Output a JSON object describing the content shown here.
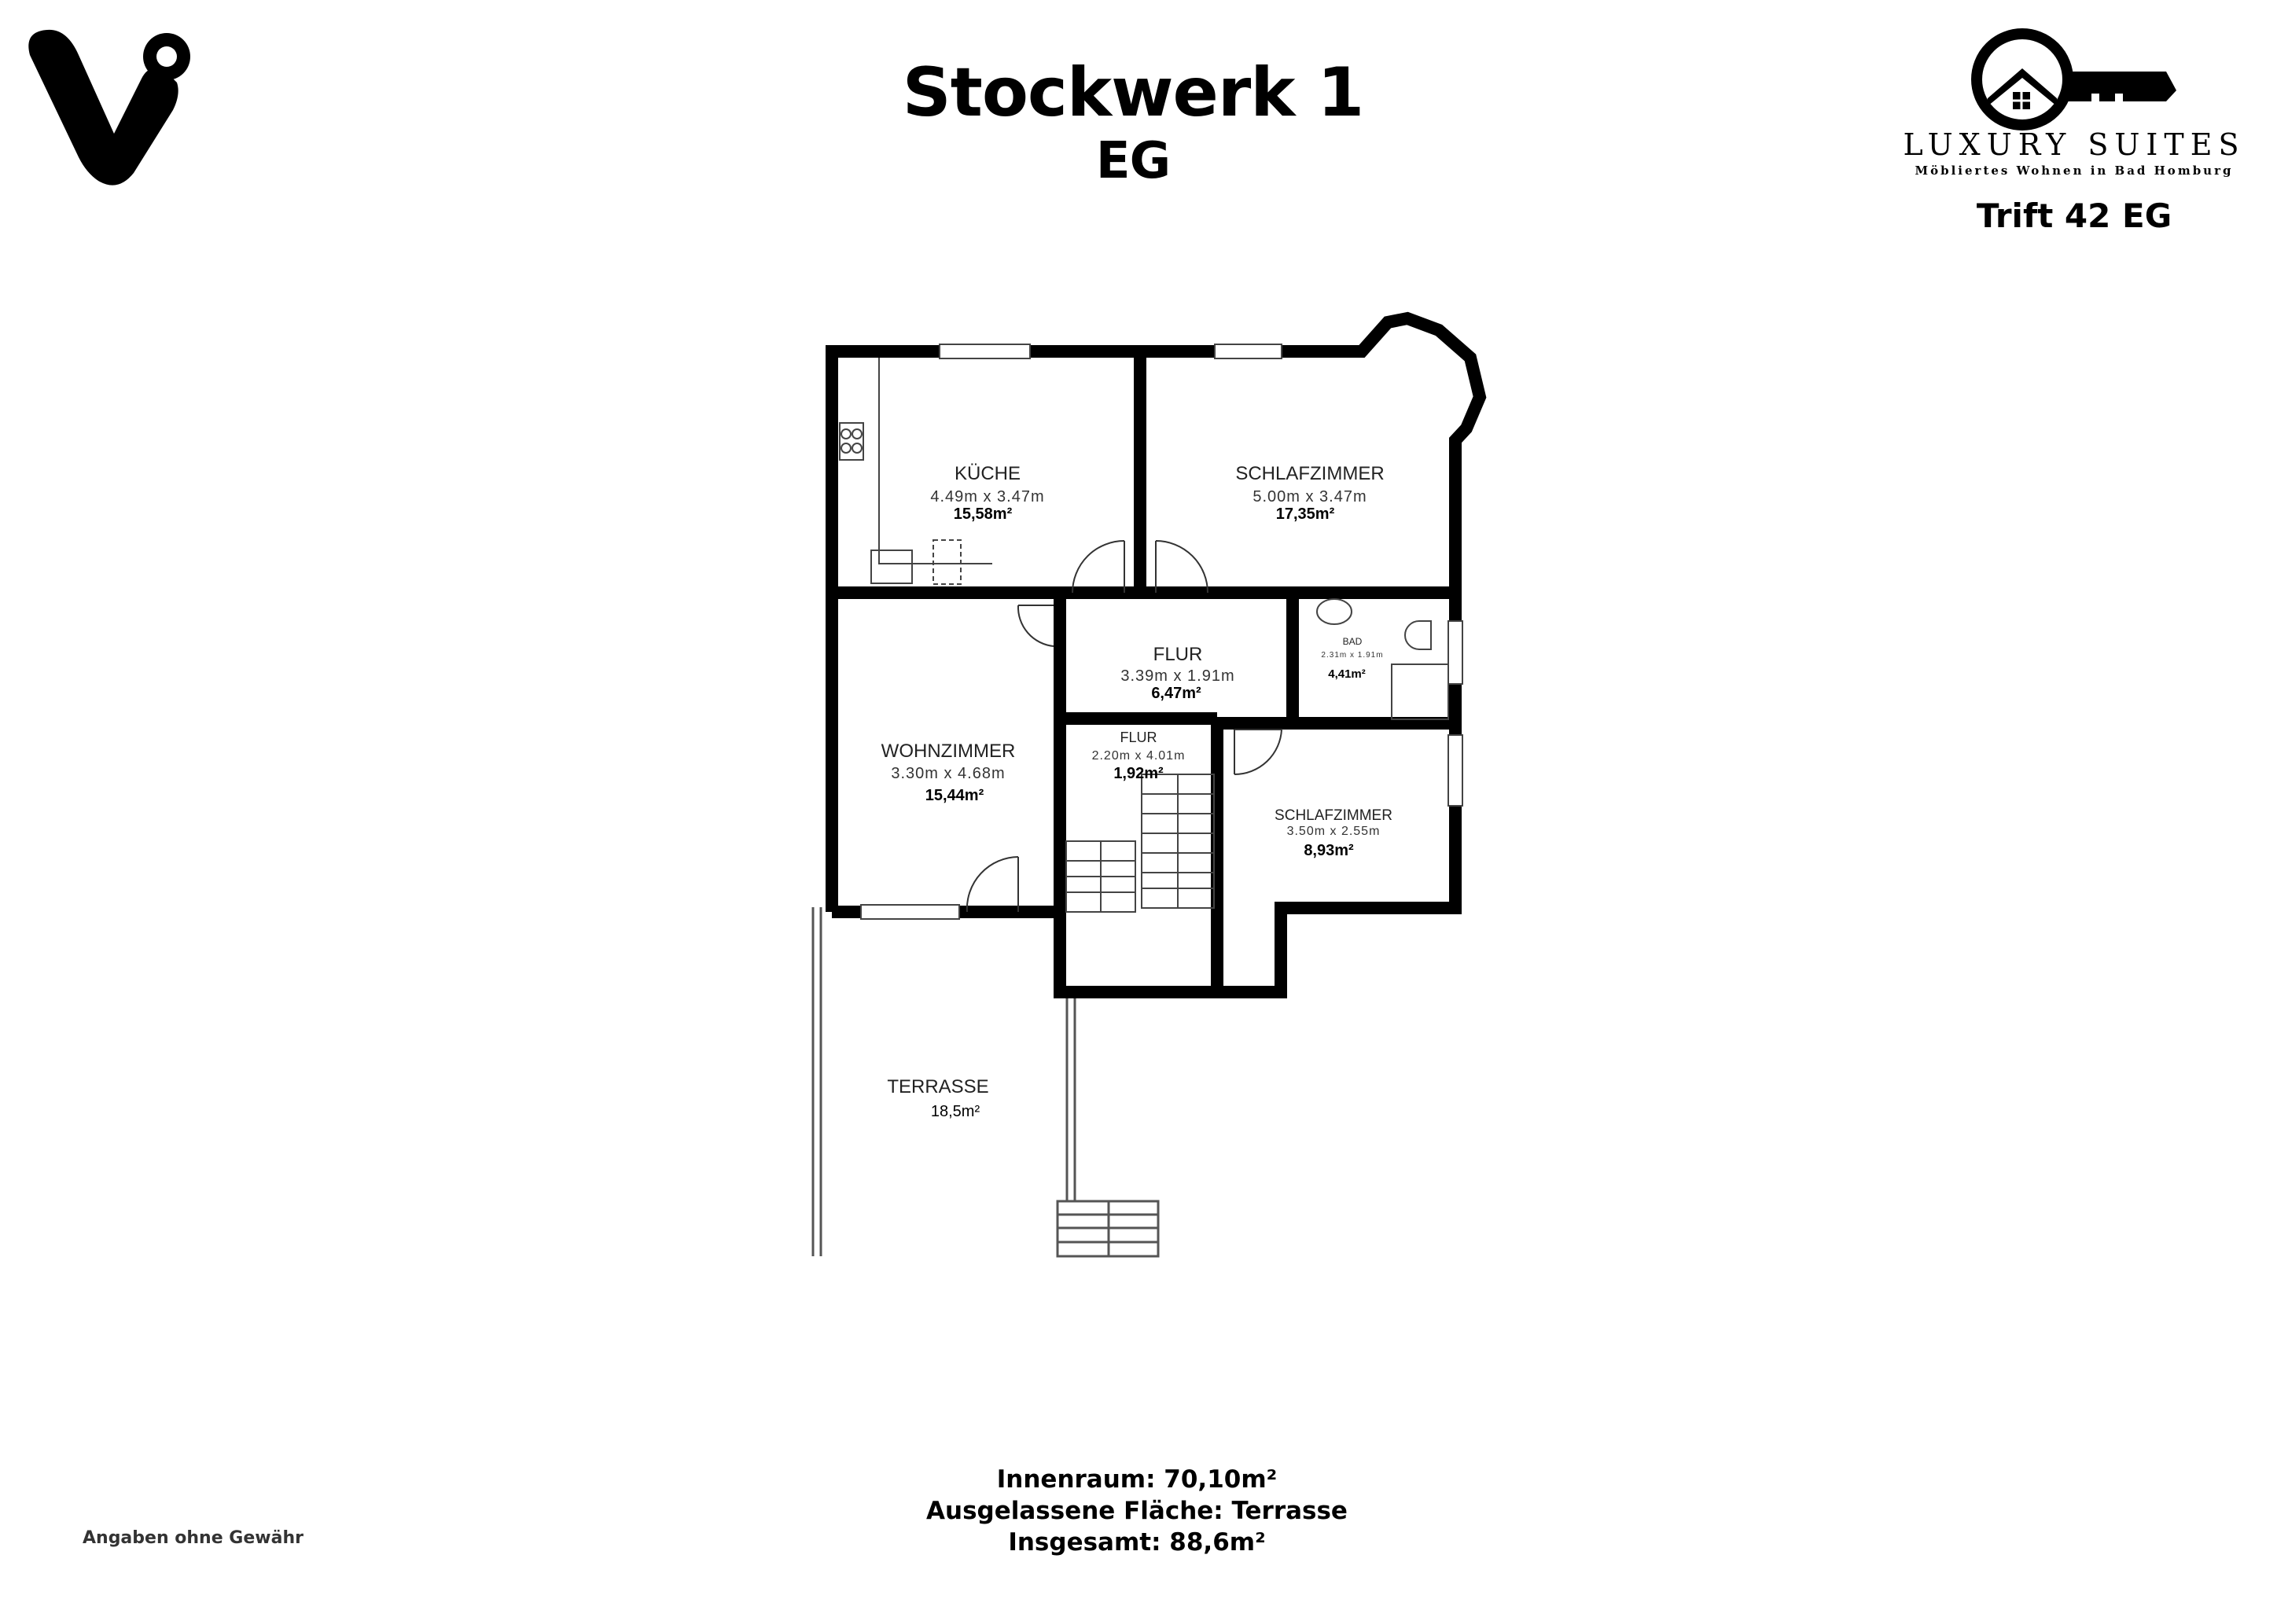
{
  "header": {
    "title": "Stockwerk 1",
    "subtitle": "EG"
  },
  "brand": {
    "name": "LUXURY SUITES",
    "tagline": "Möbliertes Wohnen in Bad Homburg",
    "property": "Trift 42 EG",
    "logo_icons": [
      "v-logo-icon",
      "house-key-logo-icon"
    ]
  },
  "rooms": [
    {
      "name": "KÜCHE",
      "dims": "4.49m x 3.47m",
      "area": "15,58m²"
    },
    {
      "name": "SCHLAFZIMMER",
      "dims": "5.00m x 3.47m",
      "area": "17,35m²"
    },
    {
      "name": "FLUR",
      "dims": "3.39m x 1.91m",
      "area": "6,47m²"
    },
    {
      "name": "BAD",
      "dims": "2.31m x 1.91m",
      "area": "4,41m²"
    },
    {
      "name": "FLUR",
      "dims": "2.20m x 4.01m",
      "area": "1,92m²"
    },
    {
      "name": "WOHNZIMMER",
      "dims": "3.30m x 4.68m",
      "area": "15,44m²"
    },
    {
      "name": "SCHLAFZIMMER",
      "dims": "3.50m x 2.55m",
      "area": "8,93m²"
    },
    {
      "name": "TERRASSE",
      "area": "18,5m²"
    }
  ],
  "footer": {
    "interior": "Innenraum: 70,10m²",
    "excluded": "Ausgelassene Fläche: Terrasse",
    "total": "Insgesamt: 88,6m²",
    "disclaimer": "Angaben ohne Gewähr"
  }
}
